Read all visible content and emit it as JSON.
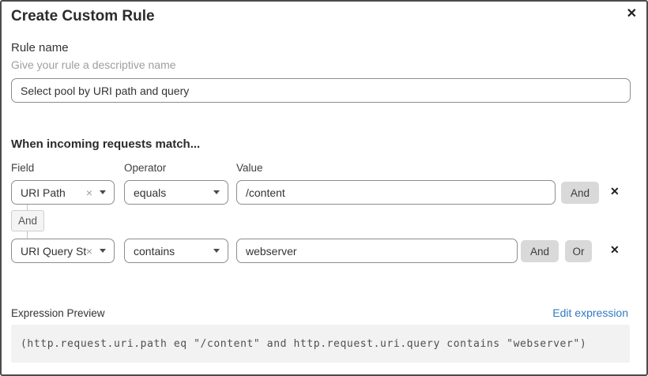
{
  "dialog": {
    "title": "Create Custom Rule"
  },
  "icons": {
    "close": "✕",
    "clear": "×",
    "delete": "✕"
  },
  "rule_name": {
    "label": "Rule name",
    "helper": "Give your rule a descriptive name",
    "value": "Select pool by URI path and query"
  },
  "match": {
    "heading": "When incoming requests match...",
    "columns": {
      "field": "Field",
      "operator": "Operator",
      "value": "Value"
    },
    "connector": "And",
    "rows": [
      {
        "field": "URI Path",
        "operator": "equals",
        "value": "/content",
        "buttons": [
          "And"
        ]
      },
      {
        "field": "URI Query St...",
        "operator": "contains",
        "value": "webserver",
        "buttons": [
          "And",
          "Or"
        ]
      }
    ]
  },
  "expression": {
    "label": "Expression Preview",
    "edit_link": "Edit expression",
    "code": "(http.request.uri.path eq \"/content\" and http.request.uri.query contains \"webserver\")"
  },
  "colors": {
    "link_blue": "#2f7bbf",
    "logic_button_bg": "#d9d9d9",
    "code_bg": "#f2f2f2",
    "border_gray": "#8d8d8d"
  }
}
